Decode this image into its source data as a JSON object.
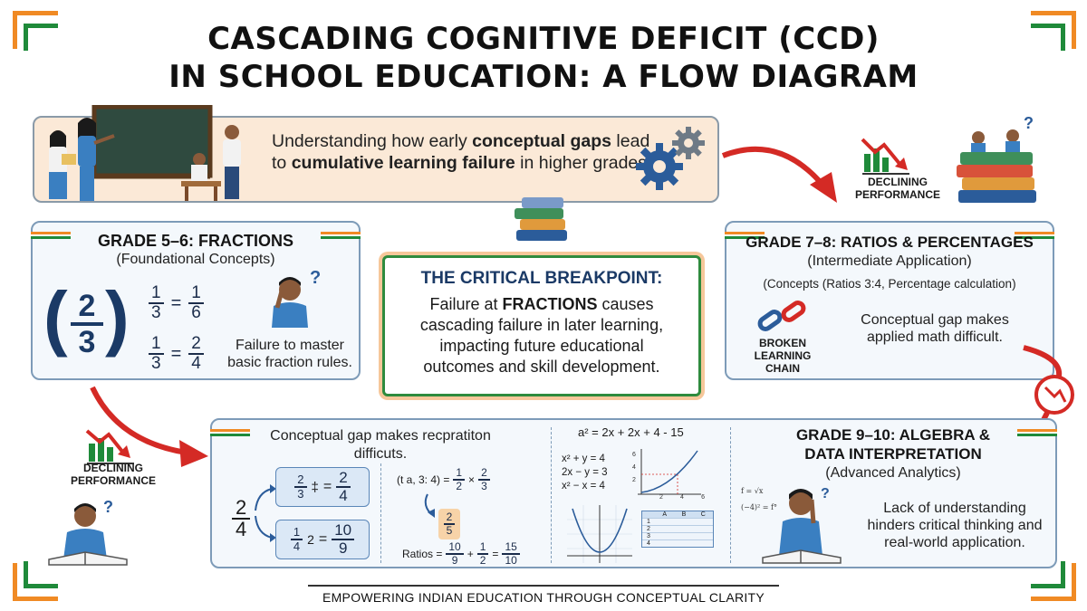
{
  "title": {
    "line1": "CASCADING COGNITIVE DEFICIT (CCD)",
    "line2": "IN SCHOOL EDUCATION: A FLOW DIAGRAM"
  },
  "intro": {
    "t1": "Understanding how early ",
    "t2": "conceptual gaps",
    "t3": " lead to ",
    "t4": "cumulative learning failure",
    "t5": " in higher grades."
  },
  "declining_top": {
    "line1": "DECLINING",
    "line2": "PERFORMANCE"
  },
  "declining_left": {
    "line1": "DECLINING",
    "line2": "PERFORMANCE"
  },
  "grade56": {
    "title": "GRADE 5–6: FRACTIONS",
    "subtitle": "(Foundational Concepts)",
    "big_num": "2",
    "big_den": "3",
    "eq1": {
      "ln": "1",
      "ld": "3",
      "op": "=",
      "rn": "1",
      "rd": "6"
    },
    "eq2": {
      "ln": "1",
      "ld": "3",
      "op": "=",
      "rn": "2",
      "rd": "4"
    },
    "caption_line1": "Failure to master",
    "caption_line2": "basic fraction rules.",
    "question": "?"
  },
  "critical": {
    "title": "THE CRITICAL BREAKPOINT:",
    "line1a": "Failure at ",
    "line1b": "FRACTIONS",
    "line1c": " causes",
    "line2": "cascading failure in later learning,",
    "line3": "impacting future educational",
    "line4": "outcomes and skill development."
  },
  "grade78": {
    "title": "GRADE 7–8: RATIOS & PERCENTAGES",
    "subtitle": "(Intermediate Application)",
    "concepts": "(Concepts (Ratios 3:4, Percentage calculation)",
    "chain_line1": "BROKEN",
    "chain_line2": "LEARNING",
    "chain_line3": "CHAIN",
    "caption_line1": "Conceptual gap makes",
    "caption_line2": "applied math difficult."
  },
  "grade910": {
    "gap_line1": "Conceptual gap makes recpratiton",
    "gap_line2": "difficuts.",
    "left_num": "2",
    "left_den": "4",
    "card1": {
      "ln": "2",
      "ld": "3",
      "mid": "‡",
      "op": "=",
      "rn": "2",
      "rd": "4"
    },
    "card2": {
      "ln": "1",
      "ld": "4",
      "mid": "2",
      "op": "=",
      "rn": "10",
      "rd": "9"
    },
    "ratio_expr_a": "(t a, 3: 4) =",
    "ratio_expr_b1n": "1",
    "ratio_expr_b1d": "2",
    "ratio_expr_x": "×",
    "ratio_expr_b2n": "2",
    "ratio_expr_b2d": "3",
    "result_n": "2",
    "result_d": "5",
    "ratios_label": "Ratios =",
    "ratios_a_n": "10",
    "ratios_a_d": "9",
    "ratios_plus": "+",
    "ratios_b_n": "1",
    "ratios_b_d": "2",
    "ratios_eq": "=",
    "ratios_c_n": "15",
    "ratios_c_d": "10",
    "alg_top": "a² = 2x + 2x + 4 - 15",
    "sys1": "x² + y = 4",
    "sys2": "2x − y = 3",
    "sys3": "x² − x = 4",
    "axis_ticks": [
      "2",
      "4",
      "6"
    ],
    "graph_y": [
      "6",
      "4",
      "2"
    ],
    "table_head": [
      "A",
      "B",
      "C"
    ],
    "table_rows": [
      "1",
      "2",
      "3",
      "4"
    ],
    "title_line1": "GRADE 9–10: ALGEBRA &",
    "title_line2": "DATA INTERPRETATION",
    "subtitle": "(Advanced Analytics)",
    "caption_line1": "Lack of understanding",
    "caption_line2": "hinders critical thinking and",
    "caption_line3": "real-world application.",
    "formula1": "f = √x",
    "formula2": "(−4)² = f°"
  },
  "footer": "EMPOWERING INDIAN EDUCATION THROUGH CONCEPTUAL CLARITY",
  "colors": {
    "saffron": "#f08a24",
    "green": "#1f8a3a",
    "arrow_red": "#d42a25",
    "navy": "#1b3a66"
  },
  "icons": [
    "gear-icon",
    "books-icon",
    "broken-chain-icon",
    "declining-chart-icon",
    "question-mark-icon",
    "arrow-icon"
  ]
}
